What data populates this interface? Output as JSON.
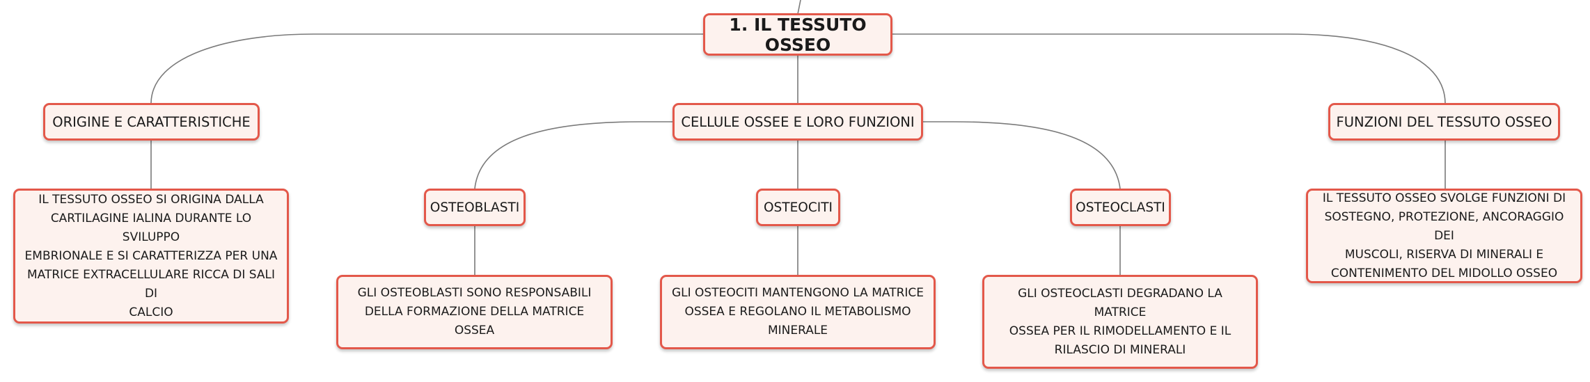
{
  "map": {
    "root": {
      "label": "1. IL TESSUTO OSSEO"
    },
    "origin": {
      "label": "ORIGINE E CARATTERISTICHE",
      "detail_lines": [
        "IL TESSUTO OSSEO SI ORIGINA DALLA",
        "CARTILAGINE IALINA DURANTE LO SVILUPPO",
        "EMBRIONALE E SI CARATTERIZZA PER UNA",
        "MATRICE EXTRACELLULARE RICCA DI SALI DI",
        "CALCIO"
      ]
    },
    "cells": {
      "label": "CELLULE OSSEE E LORO FUNZIONI",
      "osteoblasts": {
        "label": "OSTEOBLASTI",
        "detail_lines": [
          "GLI OSTEOBLASTI SONO RESPONSABILI",
          "DELLA FORMAZIONE DELLA MATRICE OSSEA"
        ]
      },
      "osteocytes": {
        "label": "OSTEOCITI",
        "detail_lines": [
          "GLI OSTEOCITI MANTENGONO LA MATRICE",
          "OSSEA E REGOLANO IL METABOLISMO",
          "MINERALE"
        ]
      },
      "osteoclasts": {
        "label": "OSTEOCLASTI",
        "detail_lines": [
          "GLI OSTEOCLASTI DEGRADANO LA MATRICE",
          "OSSEA PER IL RIMODELLAMENTO E IL",
          "RILASCIO DI MINERALI"
        ]
      }
    },
    "functions": {
      "label": "FUNZIONI DEL TESSUTO OSSEO",
      "detail_lines": [
        "IL TESSUTO OSSEO SVOLGE FUNZIONI DI",
        "SOSTEGNO, PROTEZIONE, ANCORAGGIO DEI",
        "MUSCOLI, RISERVA DI MINERALI E",
        "CONTENIMENTO DEL MIDOLLO OSSEO"
      ]
    }
  },
  "colors": {
    "node_border": "#e3584a",
    "node_fill": "#fdf2ee",
    "connector": "#7a7a7a"
  }
}
